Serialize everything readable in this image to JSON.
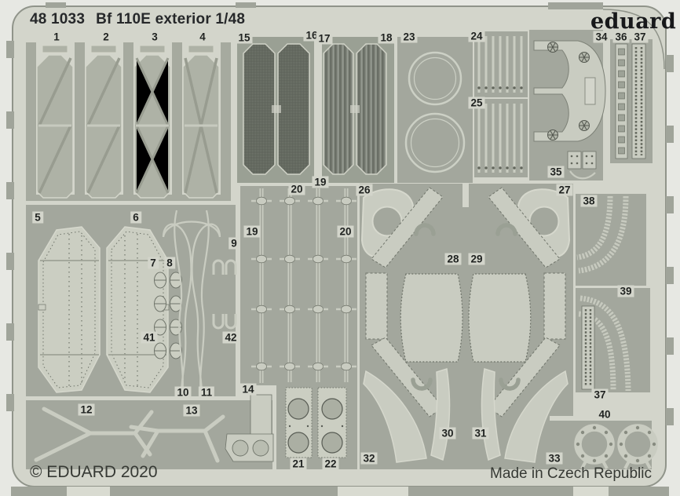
{
  "header": {
    "catalog_number": "48 1033",
    "product_title": "Bf 110E exterior 1/48"
  },
  "brand": {
    "logo_text": "eduard"
  },
  "footer": {
    "copyright": "© EDUARD 2020",
    "made_in": "Made in Czech Republic"
  },
  "sheet": {
    "kind": "photo-etched parts fret",
    "colors": {
      "margin": "#e7e8e3",
      "fret_light": "#d3d5cb",
      "plate_gray": "#a3a79d",
      "part_light": "#c9ccc1",
      "part_mid": "#aeb2a6",
      "mesh_dark": "#747a6f",
      "text": "#26282a"
    }
  },
  "part_labels": [
    "1",
    "2",
    "3",
    "4",
    "15",
    "16",
    "17",
    "18",
    "23",
    "24",
    "25",
    "34",
    "36",
    "37",
    "35",
    "20",
    "19",
    "19",
    "20",
    "26",
    "27",
    "28",
    "29",
    "38",
    "39",
    "5",
    "6",
    "7",
    "8",
    "9",
    "41",
    "42",
    "10",
    "11",
    "12",
    "13",
    "14",
    "21",
    "22",
    "30",
    "31",
    "32",
    "33",
    "40",
    "37"
  ]
}
